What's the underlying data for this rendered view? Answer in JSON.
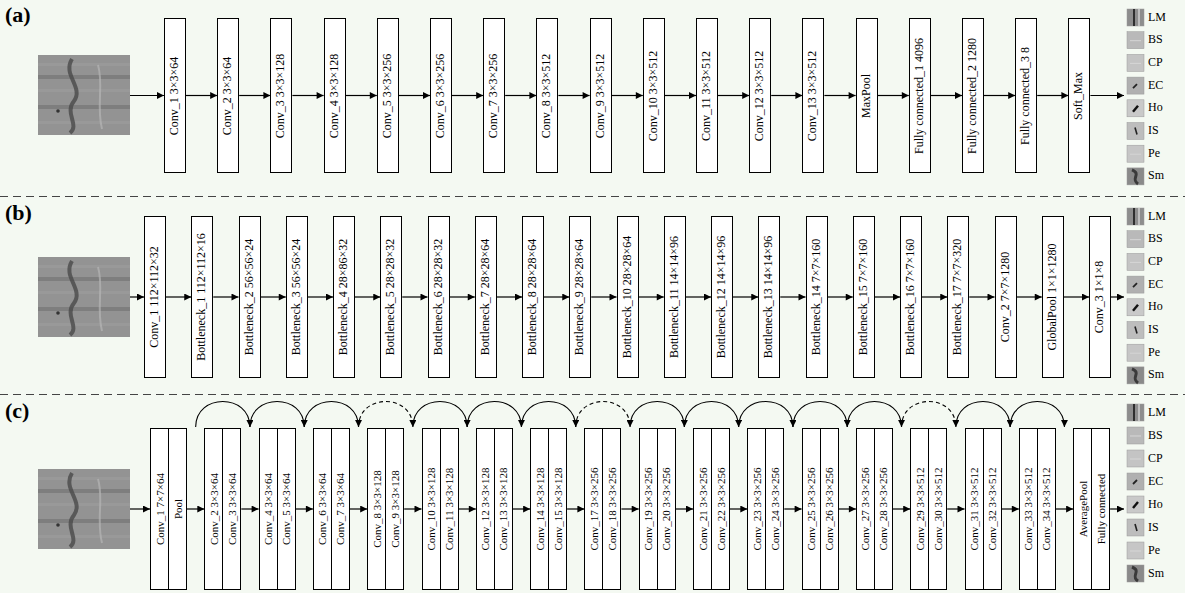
{
  "diagram": {
    "nodes": [
      {
        "text": [
          "Conv_1 3×3×64"
        ]
      },
      {
        "text": [
          "Conv_2 3×3×64"
        ]
      },
      {
        "text": [
          "Conv_3 3×3×128"
        ]
      },
      {
        "text": [
          "Conv_4 3×3×128"
        ]
      },
      {
        "text": [
          "Conv_5 3×3×256"
        ]
      },
      {
        "text": [
          "Conv_6 3×3×256"
        ]
      },
      {
        "text": [
          "Conv_7 3×3×256"
        ]
      },
      {
        "text": [
          "Conv_8 3×3×512"
        ]
      },
      {
        "text": [
          "Conv_9 3×3×512"
        ]
      },
      {
        "text": [
          "Conv_10 3×3×512"
        ]
      },
      {
        "text": [
          "Conv_11 3×3×512"
        ]
      },
      {
        "text": [
          "Conv_12 3×3×512"
        ]
      },
      {
        "text": [
          "Conv_13 3×3×512"
        ]
      },
      {
        "text": [
          "MaxPool"
        ]
      },
      {
        "text": [
          "Fully connected_1 4096"
        ]
      },
      {
        "text": [
          "Fully connected_2 1280"
        ]
      },
      {
        "text": [
          "Fully connected_3 8"
        ]
      },
      {
        "text": [
          "Soft_Max"
        ]
      },
      {
        "text": [
          "Conv_1 112×112×32"
        ]
      },
      {
        "text": [
          "Bottleneck_1 112×112×16"
        ]
      },
      {
        "text": [
          "Bottleneck_2 56×56×24"
        ]
      },
      {
        "text": [
          "Bottleneck_3 56×56×24"
        ]
      },
      {
        "text": [
          "Bottleneck_4 28×86×32"
        ]
      },
      {
        "text": [
          "Bottleneck_5 28×28×32"
        ]
      },
      {
        "text": [
          "Bottleneck_6 28×28×32"
        ]
      },
      {
        "text": [
          "Bottleneck_7 28×28×64"
        ]
      },
      {
        "text": [
          "Bottleneck_8 28×28×64"
        ]
      },
      {
        "text": [
          "Bottleneck_9 28×28×64"
        ]
      },
      {
        "text": [
          "Bottleneck_10 28×28×64"
        ]
      },
      {
        "text": [
          "Bottleneck_11 14×14×96"
        ]
      },
      {
        "text": [
          "Bottleneck_12 14×14×96"
        ]
      },
      {
        "text": [
          "Bottleneck_13 14×14×96"
        ]
      },
      {
        "text": [
          "Bottleneck_14 7×7×160"
        ]
      },
      {
        "text": [
          "Bottleneck_15 7×7×160"
        ]
      },
      {
        "text": [
          "Bottleneck_16 7×7×160"
        ]
      },
      {
        "text": [
          "Bottleneck_17 7×7×320"
        ]
      },
      {
        "text": [
          "Conv_2 7×7×1280"
        ]
      },
      {
        "text": [
          "GlobalPool 1×1×1280"
        ]
      },
      {
        "text": [
          "Conv_3 1×1×8"
        ]
      },
      {
        "text": [
          "Conv_1 7×7×64"
        ]
      },
      {
        "text": [
          "Pool"
        ]
      },
      {
        "text": [
          "Conv_2 3×3×64"
        ]
      },
      {
        "text": [
          "Conv_3 3×3×64"
        ]
      },
      {
        "text": [
          "Conv_4 3×3×64"
        ]
      },
      {
        "text": [
          "Conv_5 3×3×64"
        ]
      },
      {
        "text": [
          "Conv_6 3×3×64"
        ]
      },
      {
        "text": [
          "Conv_7 3×3×64"
        ]
      },
      {
        "text": [
          "Conv_8 3×3×128"
        ]
      },
      {
        "text": [
          "Conv_9 3×3×128"
        ]
      },
      {
        "text": [
          "Conv_10 3×3×128"
        ]
      },
      {
        "text": [
          "Conv_11 3×3×128"
        ]
      },
      {
        "text": [
          "Conv_12 3×3×128"
        ]
      },
      {
        "text": [
          "Conv_13 3×3×128"
        ]
      },
      {
        "text": [
          "Conv_14 3×3×128"
        ]
      },
      {
        "text": [
          "Conv_15 3×3×128"
        ]
      },
      {
        "text": [
          "Conv_17 3×3×256"
        ]
      },
      {
        "text": [
          "Conv_18 3×3×256"
        ]
      },
      {
        "text": [
          "Conv_19 3×3×256"
        ]
      },
      {
        "text": [
          "Conv_20 3×3×256"
        ]
      },
      {
        "text": [
          "Conv_21 3×3×256"
        ]
      },
      {
        "text": [
          "Conv_22 3×3×256"
        ]
      },
      {
        "text": [
          "Conv_23 3×3×256"
        ]
      },
      {
        "text": [
          "Conv_24 3×3×256"
        ]
      },
      {
        "text": [
          "Conv_25 3×3×256"
        ]
      },
      {
        "text": [
          "Conv_26 3×3×256"
        ]
      },
      {
        "text": [
          "Conv_27 3×3×256"
        ]
      },
      {
        "text": [
          "Conv_28 3×3×256"
        ]
      },
      {
        "text": [
          "Conv_29 3×3×512"
        ]
      },
      {
        "text": [
          "Conv_30 3×3×512"
        ]
      },
      {
        "text": [
          "Conv_31 3×3×512"
        ]
      },
      {
        "text": [
          "Conv_32 3×3×512"
        ]
      },
      {
        "text": [
          "Conv_33 3×3×512"
        ]
      },
      {
        "text": [
          "Conv_34 3×3×512"
        ]
      },
      {
        "text": [
          "AveragePool"
        ]
      },
      {
        "text": [
          "Fully connected"
        ]
      }
    ],
    "edges": [
      {
        "from": 0,
        "to": 1,
        "arrow": "to"
      },
      {
        "from": 1,
        "to": 2,
        "arrow": "to"
      },
      {
        "from": 2,
        "to": 3,
        "arrow": "to"
      },
      {
        "from": 3,
        "to": 4,
        "arrow": "to"
      },
      {
        "from": 4,
        "to": 5,
        "arrow": "to"
      },
      {
        "from": 5,
        "to": 6,
        "arrow": "to"
      },
      {
        "from": 6,
        "to": 7,
        "arrow": "to"
      },
      {
        "from": 7,
        "to": 8,
        "arrow": "to"
      },
      {
        "from": 8,
        "to": 9,
        "arrow": "to"
      },
      {
        "from": 9,
        "to": 10,
        "arrow": "to"
      },
      {
        "from": 10,
        "to": 11,
        "arrow": "to"
      },
      {
        "from": 11,
        "to": 12,
        "arrow": "to"
      },
      {
        "from": 12,
        "to": 13,
        "arrow": "to"
      },
      {
        "from": 13,
        "to": 14,
        "arrow": "to"
      },
      {
        "from": 14,
        "to": 15,
        "arrow": "to"
      },
      {
        "from": 15,
        "to": 16,
        "arrow": "to"
      },
      {
        "from": 16,
        "to": 17,
        "arrow": "to"
      },
      {
        "from": 18,
        "to": 19,
        "arrow": "to"
      },
      {
        "from": 19,
        "to": 20,
        "arrow": "to"
      },
      {
        "from": 20,
        "to": 21,
        "arrow": "to"
      },
      {
        "from": 21,
        "to": 22,
        "arrow": "to"
      },
      {
        "from": 22,
        "to": 23,
        "arrow": "to"
      },
      {
        "from": 23,
        "to": 24,
        "arrow": "to"
      },
      {
        "from": 24,
        "to": 25,
        "arrow": "to"
      },
      {
        "from": 25,
        "to": 26,
        "arrow": "to"
      },
      {
        "from": 26,
        "to": 27,
        "arrow": "to"
      },
      {
        "from": 27,
        "to": 28,
        "arrow": "to"
      },
      {
        "from": 28,
        "to": 29,
        "arrow": "to"
      },
      {
        "from": 29,
        "to": 30,
        "arrow": "to"
      },
      {
        "from": 30,
        "to": 31,
        "arrow": "to"
      },
      {
        "from": 31,
        "to": 32,
        "arrow": "to"
      },
      {
        "from": 32,
        "to": 33,
        "arrow": "to"
      },
      {
        "from": 33,
        "to": 34,
        "arrow": "to"
      },
      {
        "from": 34,
        "to": 35,
        "arrow": "to"
      },
      {
        "from": 35,
        "to": 36,
        "arrow": "to"
      },
      {
        "from": 36,
        "to": 37,
        "arrow": "to"
      },
      {
        "from": 37,
        "to": 38,
        "arrow": "to"
      },
      {
        "from": 40,
        "to": 41,
        "arrow": "to"
      },
      {
        "from": 42,
        "to": 43,
        "arrow": "to"
      },
      {
        "from": 44,
        "to": 45,
        "arrow": "to"
      },
      {
        "from": 46,
        "to": 47,
        "arrow": "to"
      },
      {
        "from": 48,
        "to": 49,
        "arrow": "to"
      },
      {
        "from": 50,
        "to": 51,
        "arrow": "to"
      },
      {
        "from": 52,
        "to": 53,
        "arrow": "to"
      },
      {
        "from": 54,
        "to": 55,
        "arrow": "to"
      },
      {
        "from": 56,
        "to": 57,
        "arrow": "to"
      },
      {
        "from": 58,
        "to": 59,
        "arrow": "to"
      },
      {
        "from": 60,
        "to": 61,
        "arrow": "to"
      },
      {
        "from": 62,
        "to": 63,
        "arrow": "to"
      },
      {
        "from": 64,
        "to": 65,
        "arrow": "to"
      },
      {
        "from": 66,
        "to": 67,
        "arrow": "to"
      },
      {
        "from": 68,
        "to": 69,
        "arrow": "to"
      },
      {
        "from": 70,
        "to": 71,
        "arrow": "to"
      },
      {
        "from": 72,
        "to": 73,
        "arrow": "to"
      }
    ],
    "labels": [
      "(a)",
      "LM",
      "BS",
      "CP",
      "EC",
      "Ho",
      "IS",
      "Pe",
      "Sm",
      "(b)",
      "LM",
      "BS",
      "CP",
      "EC",
      "Ho",
      "IS",
      "Pe",
      "Sm",
      "(c)",
      "LM",
      "BS",
      "CP",
      "EC",
      "Ho",
      "IS",
      "Pe",
      "Sm"
    ]
  }
}
